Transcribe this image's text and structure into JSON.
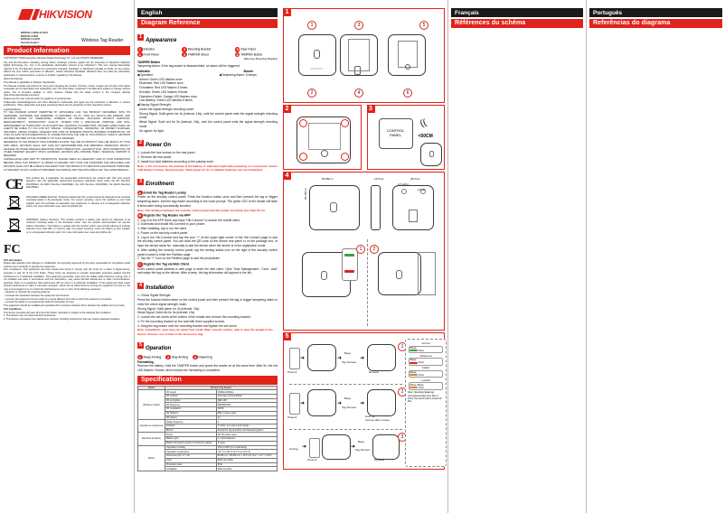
{
  "brand": {
    "name": "HIKVISION",
    "product": "Wireless Tag Reader",
    "standards": "EN50131-1:2006+A2:2017\nEN50131-3:2009\nEN50131-5-3:2017\nSecurity Grade 2\nEnvironmental Class II"
  },
  "column_product": {
    "header": "Product Information",
    "copyright": "COPYRIGHT ©2020 Hangzhou Hikvision Digital Technology Co., Ltd. ALL RIGHTS RESERVED.",
    "paragraphs": [
      "Any and all information, including, among others, wordings, pictures, graphs are the properties of Hangzhou Hikvision Digital Technology Co., Ltd. or its subsidiaries (hereinafter referred to be \"Hikvision\"). This user manual (hereinafter referred to be \"the Manual\") cannot be reproduced, changed, translated, or distributed, partially or wholly, by any means, without the prior written permission of Hikvision. Unless otherwise stipulated, Hikvision does not make any warranties, guarantees or representations, express or implied, regarding to the Manual.",
      "About this Manual",
      "This Manual is applicable to Wireless Tag Reader.",
      "The Manual includes instructions for using and managing the product. Pictures, charts, images and all other information hereinafter are for description and explanation only. The information contained in the Manual is subject to change, without notice, due to firmware updates or other reasons. Please find the latest version in the company website (http://overseas.hikvision.com/en/).",
      "Please use this user manual under the guidance of professionals.",
      "Trademarks Acknowledgement and other Hikvision's trademarks and logos are the properties of Hikvision in various jurisdictions. Other trademarks and logos mentioned below are the properties of their respective owners.",
      "Legal Disclaimer",
      "TO THE MAXIMUM EXTENT PERMITTED BY APPLICABLE LAW, THE PRODUCT DESCRIBED, WITH ITS HARDWARE, SOFTWARE AND FIRMWARE, IS PROVIDED \"AS IS\", WITH ALL FAULTS AND ERRORS, AND HIKVISION MAKES NO WARRANTIES, EXPRESS OR IMPLIED, INCLUDING WITHOUT LIMITATION, MERCHANTABILITY, SATISFACTORY QUALITY, FITNESS FOR A PARTICULAR PURPOSE, AND NON-INFRINGEMENT OF THIRD PARTY. IN NO EVENT WILL HIKVISION, ITS DIRECTORS, OFFICERS, EMPLOYEES, OR AGENTS BE LIABLE TO YOU FOR ANY SPECIAL, CONSEQUENTIAL, INCIDENTAL, OR INDIRECT DAMAGES, INCLUDING, AMONG OTHERS, DAMAGES FOR LOSS OF BUSINESS PROFITS, BUSINESS INTERRUPTION, OR LOSS OF DATA OR DOCUMENTATION, IN CONNECTION WITH THE USE OF THIS PRODUCT, EVEN IF HIKVISION HAS BEEN ADVISED OF THE POSSIBILITY OF SUCH DAMAGES.",
      "REGARDING TO THE PRODUCT WITH INTERNET ACCESS, THE USE OF PRODUCT SHALL BE WHOLLY AT YOUR OWN RISKS. HIKVISION SHALL NOT TAKE ANY RESPONSIBILITIES FOR ABNORMAL OPERATION, PRIVACY LEAKAGE OR OTHER DAMAGES RESULTING FROM CYBER ATTACK, HACKER ATTACK, VIRUS INSPECTION, OR OTHER INTERNET SECURITY RISKS; HOWEVER, HIKVISION WILL PROVIDE TIMELY TECHNICAL SUPPORT IF REQUIRED.",
      "SURVEILLANCE LAWS VARY BY JURISDICTION. PLEASE CHECK ALL RELEVANT LAWS IN YOUR JURISDICTION BEFORE USING THIS PRODUCT IN ORDER TO ENSURE THAT YOUR USE CONFORMS THE APPLICABLE LAW. HIKVISION SHALL NOT BE LIABLE IN THE EVENT THAT THIS PRODUCT IS USED WITH ILLEGITIMATE PURPOSES.",
      "IN THE EVENT OF ANY CONFLICTS BETWEEN THIS MANUAL AND THE APPLICABLE LAW, THE LATER PREVAILS."
    ],
    "ce_text": "This product are, if applicable, the appropriate conformance are marked with \"CE\" and comply therefore with the applicable harmonized European standards listed under the EC Directive 2014/53/EU, the EMC Directive 2014/30/EU, the LVD Directive 2014/35/EU, the RoHS Directive 2011/65/EU.",
    "weee_text": "2012/19/EU (WEEE directive): Products marked with this symbol cannot be disposed of as unsorted municipal waste in the European Union. For proper recycling, return this product to your local supplier upon the purchase of equivalent new equipment, or dispose of it at designated collection points. For more information see: www.recyclethis.info",
    "battery_text": "2006/66/EC (battery directive): This product contains a battery that cannot be disposed of as unsorted municipal waste in the European Union. See the product documentation for specific battery information. The battery is marked with this symbol, which may include lettering to indicate cadmium (Cd), lead (Pb), or mercury (Hg). For proper recycling, return the battery to your supplier or to a designated collection point. For more information see: www.recyclethis.info",
    "fcc_title": "FCC Information",
    "fcc_text": "Please take attention that changes or modification not expressly approved by the party responsible for compliance could void the user's authority to operate the equipment.",
    "fcc_compliance": "FCC compliance: This equipment has been tested and found to comply with the limits for a Class A digital device, pursuant to part 15 of the FCC Rules. These limits are designed to provide reasonable protection against harmful interference in a residential installation. This equipment generates, uses and can radiate radio frequency energy and, if not installed and used in accordance with the instructions, may cause harmful interference to radio communications. However, there is no guarantee that interference will not occur in a particular installation. If this equipment does cause harmful interference to radio or television reception, which can be determined by turning the equipment off and on, the user is encouraged to try to correct the interference by one or more of the following measures:",
    "fcc_measures": [
      "—Reorient or relocate the receiving antenna.",
      "—Increase the separation between the equipment and receiver.",
      "—Connect the equipment into an outlet on a circuit different from that to which the receiver is connected.",
      "—Consult the dealer or an experienced radio/TV technician for help."
    ],
    "fcc_conditions_title": "This equipment should be installed and operated with a minimum distance 20cm between the radiator and your body.",
    "fcc_conditions": "FCC Conditions",
    "fcc_cond_text": "This device complies with part 15 of the FCC Rules. Operation is subject to the following two conditions:",
    "fcc_cond_1": "1. This device may not cause harmful interference.",
    "fcc_cond_2": "2. This device must accept any interference received, including interference that may cause undesired operation."
  },
  "column_english": {
    "language": "English",
    "title": "Diagram Reference",
    "sections": {
      "appearance": {
        "num": "1",
        "title": "Appearance",
        "items": [
          {
            "n": "1",
            "label": "Indicator"
          },
          {
            "n": "3",
            "label": "Mounting Bracket"
          },
          {
            "n": "5",
            "label": "Rear Panel"
          },
          {
            "n": "2",
            "label": "Front Panel"
          },
          {
            "n": "4",
            "label": "TAMPER Sheet"
          },
          {
            "n": "6",
            "label": "TAMPER Button"
          }
        ],
        "item6_sub": "(Remove Mounting Bracket)",
        "tamper_title": "TAMPER Button",
        "tamper_text": "Tampering Alarm: If the tag reader is disassembled, an alarm will be triggered.",
        "indicator_title": "Indicator",
        "operation_title": "Operation:",
        "operations": [
          "Armed: Green LED flashes once.",
          "Disarmed: Red LED flashes once.",
          "Formatted: Red LED flashes 3 times.",
          "Enrolled: Green LED flashes 8 times.",
          "Operation Failed: Orange LED flashes once.",
          "Low Battery: Green LED flashes 5 times."
        ],
        "signal_title": "Display Signal Strength:",
        "signal_text": "Under the signal strength checking mode.",
        "signal_lines": [
          "Strong Signal: Solid green for 3s (interval: 15s), until the control panel exits the signal strength checking mode.",
          "Weak Signal: Solid red for 3s (interval: 15s), until the control panel exits the signal strength checking mode.",
          "No signal: No light."
        ],
        "buzzer_title": "Buzzer",
        "buzzer_text": "Tampering Alarm: 5 beeps."
      },
      "power_on": {
        "num": "2",
        "title": "Power On",
        "steps": [
          "1. Loosen the four screws on the rear panel.",
          "2. Remove the rear panel.",
          "3. Install four AAA batteries according to the polarity mark."
        ],
        "note": "Note: 1. Do not reverse the polarity of the battery. 2. Indicators light after powering on. Low power: Green LED flashes 5 times. Normal power: Solid green for 3s. 3. Alkaline batteries are recommended."
      },
      "enrollment": {
        "num": "3",
        "title": "Enrollment",
        "sub_a": "Enroll the Tag Reader Locally",
        "text_a": "Power on the security control panel. Press the function button once and then present the tag or trigger tampering alarm. Add the tag reader according to the voice prompt. The green LED of the reader will flash 8 times after being successfully enrolled.",
        "note_a": "Note: The distance between the security control panel and the reader should be less than 50 cm.",
        "sub_b": "Register the Tag Reader via APP",
        "steps_b": [
          "1. Log in to the APP Store and input \"Hik-Connect\" to search the mobile client.",
          "2. Download and install Hik-Connect to your phone.",
          "3. After installing, tap      to run the client.",
          "4. Power on the security control panel.",
          "5. Log in the Hik-Connect and tap the icon \"+\" at the upper-right corner of the Hik-Connect page to add the security control panel. You can scan the QR code on the device rear panel or on the package box, or input the device serial No. manually to add the device when the device is in the registration mode.",
          "6. After adding the security control panel, tap the arming status icon on the right of the security control panel's name to enter the Partition page.",
          "7. Tap the \"+\" icon on the Partition page to add the peripherals."
        ],
        "sub_c": "Register the Tag via Web Client",
        "text_c": "Enter control panel address in web page to enter the web client. Click \"User Management - Card - Add\" and swipe the tag on the device. After a beep, the tag information will appear in the list."
      },
      "installation": {
        "num": "4",
        "title": "Installation",
        "steps": [
          "1. Check Signal Strength",
          "Press the function button twice on the control panel and then present the tag or trigger tampering alarm to enter the check signal strength mode.",
          "Strong Signal: Solid green for 3s (interval: 15s)",
          "Weak Signal: Solid red for 3s (interval: 15s)",
          "2. Loosen the set screw at the bottom of the reader and remove the mounting bracket.",
          "3. Fix the mounting bracket on the wall with three supplied screws.",
          "4. Hang the tag reader onto the mounting bracket and tighten the set screw."
        ],
        "note": "Note: Installation: open area, far away from metal. Wall: smooth surface, able to bear the weight of the device. Screws: use screws in the accessory bag."
      },
      "operation": {
        "num": "5",
        "title": "Operation",
        "modes": [
          {
            "n": "1",
            "label": "Away Arming"
          },
          {
            "n": "2",
            "label": "Stay Arming"
          },
          {
            "n": "3",
            "label": "Disarming"
          }
        ],
        "format_title": "Formatting",
        "format_text": "Remove the battery. Hold the TAMPER button and power the reader on at the same time. After 5s, the red LED flashes 3 times, which means the formatting is completed."
      }
    },
    "specification": {
      "header": "Specification",
      "col1": "Model",
      "col2": "Wireless Tag Reader",
      "rows": [
        {
          "group": "Wireless module",
          "span": 7,
          "items": [
            [
              "RF speed",
              "100kbps/1Mbps"
            ],
            [
              "RF method",
              "Two-way communication"
            ],
            [
              "RF encryption",
              "AES-128"
            ],
            [
              "RF frequency",
              "868/868 MHz"
            ],
            [
              "RF modulation",
              "GFSK"
            ],
            [
              "RF distance",
              "800 m (open area)"
            ],
            [
              "RF power (<dBm)",
              "14"
            ]
          ]
        },
        {
          "group": "Interface & component",
          "span": 3,
          "items": [
            [
              "Swipe frequency",
              "1"
            ],
            [
              "Indicator",
              "3 colors: red, green and orange"
            ],
            [
              "Buzzer",
              "Prompt for tag operation and tampering alarm"
            ]
          ]
        },
        {
          "group": "Electrical & battery",
          "span": 3,
          "items": [
            [
              "Power",
              "DC 6V power input"
            ],
            [
              "Battery type",
              "4 × AAA batteries"
            ],
            [
              "Battery life (post 5 years in normal dry status)",
              "3 years"
            ]
          ]
        },
        {
          "group": "Others",
          "span": 6,
          "items": [
            [
              "Operation humidity",
              "10% to 90% (no condensing)"
            ],
            [
              "Operation temperature",
              "-10 °C to 55 °C (14 °F to 131 °F)"
            ],
            [
              "Dimension (W × H × D)",
              "80.88 mm × 80.38 mm × 15.5 mm (3.2\" × 3.2\" × 0.61\")"
            ],
            [
              "Color",
              "black and white"
            ],
            [
              "Protection level",
              "IP41"
            ],
            [
              "Installation",
              "Wall mounting"
            ]
          ]
        }
      ]
    }
  },
  "diagrams": {
    "panel1": {
      "num": "1",
      "callouts": [
        "1",
        "2",
        "3",
        "4",
        "5",
        "6"
      ]
    },
    "panel2": {
      "num": "2"
    },
    "panel3": {
      "num": "3",
      "control_panel": "CONTROL\nPANEL",
      "distance": "<50CM"
    },
    "panel4": {
      "num": "4",
      "dim_height": "80.88mm",
      "dim_depth": "15.5mm",
      "dim_width": "38.0mm",
      "dim_side": "80.38mm",
      "screw_note": "ø7.5-ø8mm",
      "screw_note2": "ø3.5-ø4",
      "step_labels": [
        "1",
        "2"
      ]
    },
    "panel5": {
      "num": "5",
      "rows": [
        {
          "n": "1",
          "start": "Present",
          "beep": "Beep",
          "sensed": "Tag Sensed",
          "end": "Remove"
        },
        {
          "n": "2",
          "start": "Present",
          "beep": "Beep",
          "sensed": "Tag Sensed",
          "end": "Hold 3s,\nremove after a beep"
        },
        {
          "n": "3",
          "pre": "Arming",
          "start": "Present",
          "beep": "Beep",
          "sensed": "Tag Sensed",
          "end": "Remove"
        }
      ],
      "legend": [
        {
          "state": "Armed",
          "beep": "Beep",
          "once": "Once",
          "color": "#3aa13a"
        },
        {
          "state": "Disarmed",
          "beep": "Beep",
          "once": "Once",
          "color": "#e2231a"
        },
        {
          "state": "Failed",
          "beep": "Beep",
          "once": "Once",
          "color": "#f07c1b"
        },
        {
          "state": "Locked",
          "beep": "Beep",
          "beep2": "Beep",
          "once": "Once",
          "color": "#f07c1b"
        }
      ],
      "note": "Note: Operating illegal tag (unregistered tag) more than 3 times, the device will be locked for 90s."
    }
  },
  "column_french": {
    "language": "Français",
    "title": "Références du schéma"
  },
  "column_portuguese": {
    "language": "Português",
    "title": "Referências do diagrama"
  }
}
